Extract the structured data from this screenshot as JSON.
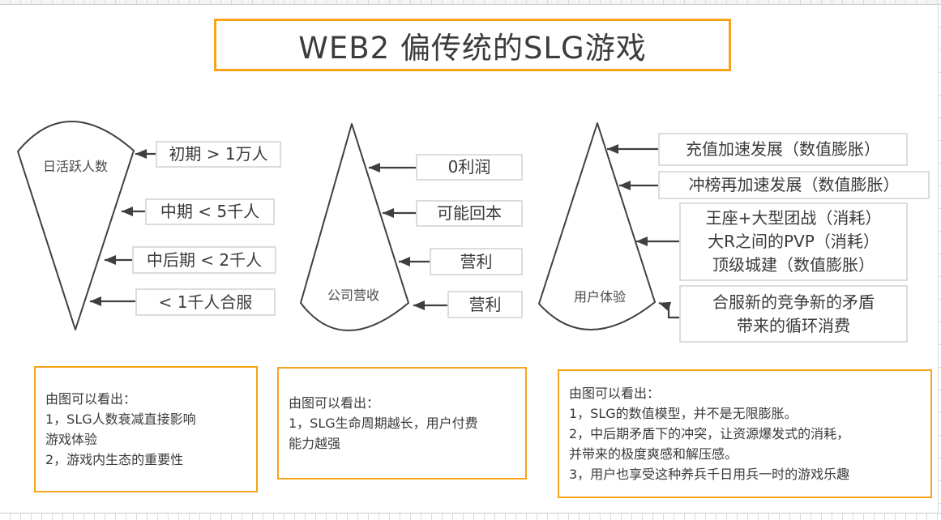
{
  "title": "WEB2 偏传统的SLG游戏",
  "colors": {
    "accent_orange": "#F5A31B",
    "diagram_line": "#3f3f3f",
    "label_box_border": "#dcdcdc",
    "text": "#3a3a3a"
  },
  "cones": {
    "dau": {
      "label": "日活跃人数",
      "stages": [
        "初期 > 1万人",
        "中期 < 5千人",
        "中后期 < 2千人",
        "< 1千人合服"
      ]
    },
    "revenue": {
      "label": "公司营收",
      "stages": [
        "0利润",
        "可能回本",
        "营利",
        "营利"
      ]
    },
    "ux": {
      "label": "用户体验",
      "stages": [
        {
          "lines": [
            "充值加速发展（数值膨胀）"
          ]
        },
        {
          "lines": [
            "冲榜再加速发展（数值膨胀）"
          ]
        },
        {
          "lines": [
            "王座+大型团战（消耗）",
            "大R之间的PVP（消耗）",
            "顶级城建（数值膨胀）"
          ]
        },
        {
          "lines": [
            "合服新的竞争新的矛盾",
            "带来的循环消费"
          ]
        }
      ]
    }
  },
  "conclusions": [
    {
      "lines": [
        "由图可以看出：",
        "1，SLG人数衰减直接影响",
        "游戏体验",
        "2，游戏内生态的重要性"
      ]
    },
    {
      "lines": [
        "由图可以看出：",
        "1，SLG生命周期越长，用户付费",
        "能力越强"
      ]
    },
    {
      "lines": [
        "由图可以看出：",
        "1，SLG的数值模型，并不是无限膨胀。",
        "2，中后期矛盾下的冲突，让资源爆发式的消耗，",
        "并带来的极度爽感和解压感。",
        "3，用户也享受这种养兵千日用兵一时的游戏乐趣"
      ]
    }
  ]
}
